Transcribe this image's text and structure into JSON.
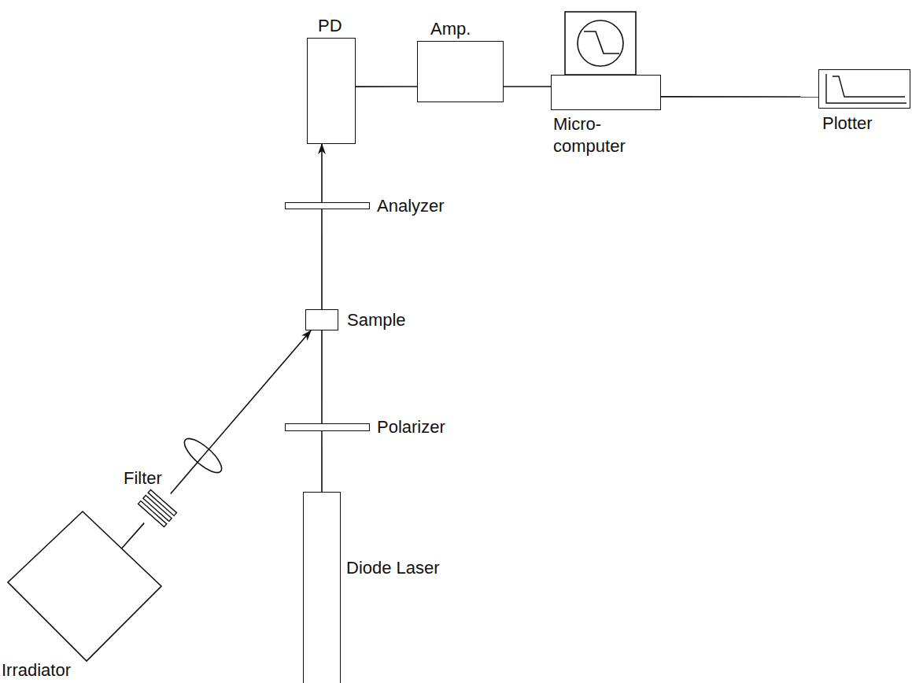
{
  "diagram": {
    "nodes": [
      {
        "text": [
          "PD"
        ]
      },
      {
        "text": [
          "Amp."
        ]
      },
      {
        "text": [
          "Micro- computer"
        ]
      },
      {
        "text": [
          "Plotter"
        ]
      },
      {
        "text": [
          "Analyzer"
        ]
      },
      {
        "text": [
          "Sample"
        ]
      },
      {
        "text": [
          "Polarizer"
        ]
      },
      {
        "text": [
          "Diode Laser"
        ]
      },
      {
        "text": [
          "Irradiator"
        ]
      },
      {
        "text": [
          "Filter"
        ]
      }
    ],
    "edges": [
      {
        "from": 0,
        "to": 1,
        "arrow": "none"
      },
      {
        "from": 1,
        "to": 2,
        "arrow": "none"
      },
      {
        "from": 2,
        "to": 3,
        "arrow": "none"
      },
      {
        "from": 7,
        "to": 6,
        "arrow": "none"
      },
      {
        "from": 6,
        "to": 5,
        "arrow": "none"
      },
      {
        "from": 5,
        "to": 4,
        "arrow": "none"
      },
      {
        "from": 4,
        "to": 0,
        "arrow": "to"
      },
      {
        "from": 8,
        "to": 9,
        "arrow": "none"
      },
      {
        "from": 9,
        "to": 5,
        "arrow": "to"
      }
    ]
  }
}
